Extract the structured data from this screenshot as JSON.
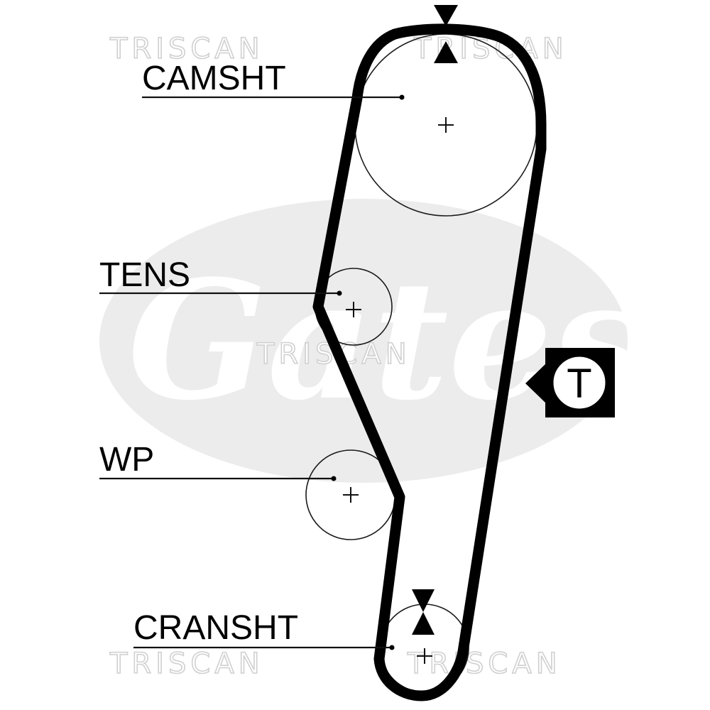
{
  "watermarks": {
    "brand": "TRISCAN",
    "logo": "Gates"
  },
  "pulleys": [
    {
      "id": "camshaft",
      "label": "CAMSHT"
    },
    {
      "id": "tensioner",
      "label": "TENS"
    },
    {
      "id": "water_pump",
      "label": "WP"
    },
    {
      "id": "crankshaft",
      "label": "CRANSHT"
    }
  ],
  "tension_marker": {
    "symbol": "T",
    "icon": "tension-check-icon"
  },
  "timing_marks": [
    "triangle-pair-top",
    "triangle-pair-bottom"
  ],
  "colors": {
    "belt": "#000000",
    "watermark": "#d0d0d0",
    "background": "#ffffff"
  }
}
